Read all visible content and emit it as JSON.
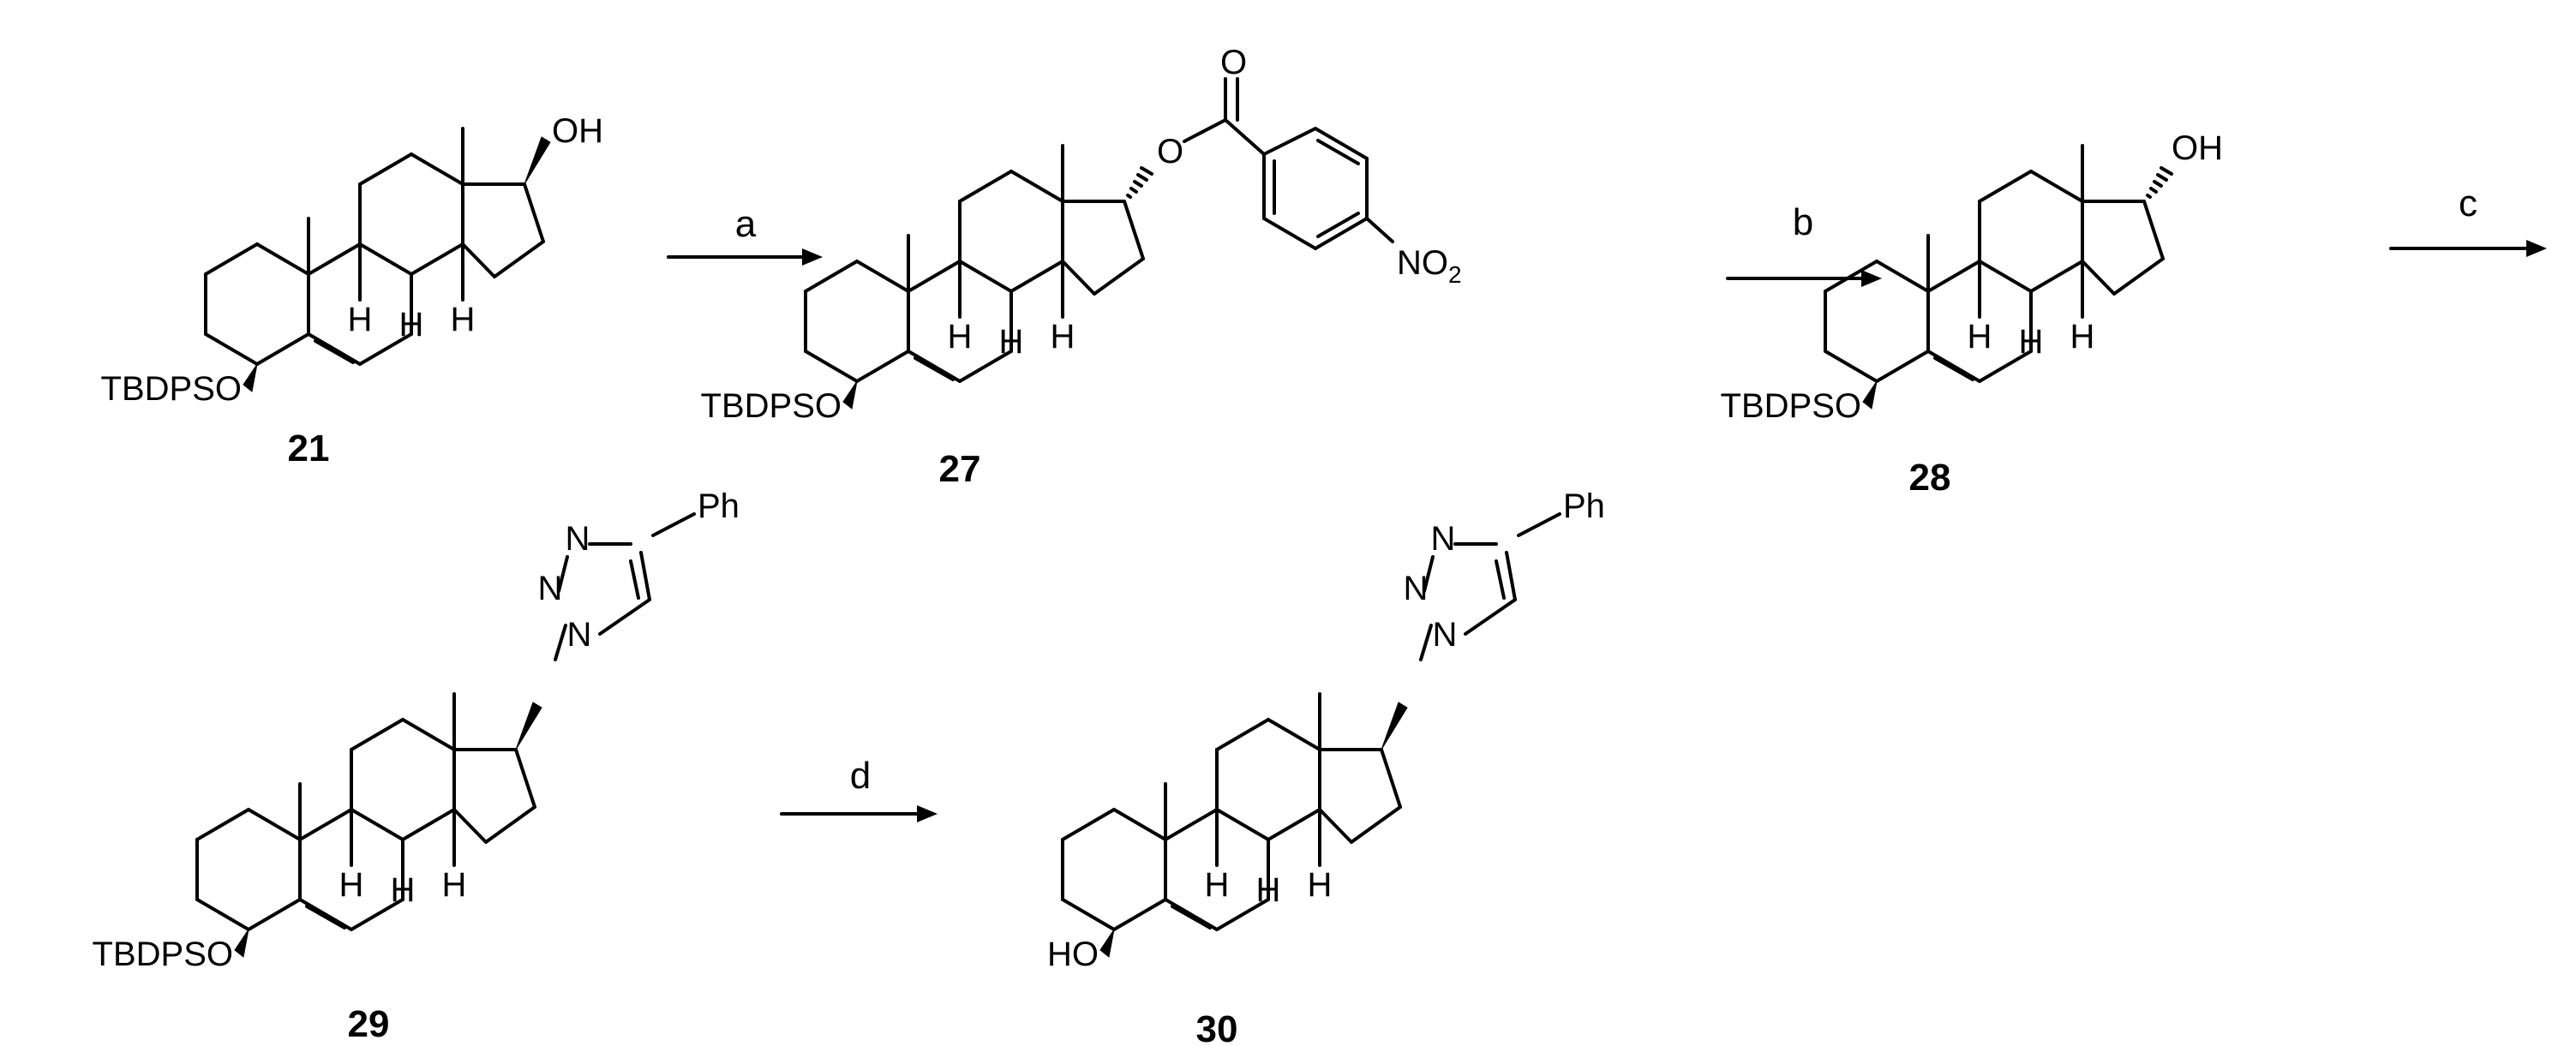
{
  "compounds": [
    {
      "id": "21",
      "substituent": "OH",
      "protecting_group": "TBDPSO"
    },
    {
      "id": "27",
      "protecting_group": "TBDPSO",
      "ester_oxygen": "O",
      "carbonyl_oxygen": "O",
      "nitro": "NO",
      "nitro_subscript": "2"
    },
    {
      "id": "28",
      "substituent": "OH",
      "protecting_group": "TBDPSO"
    },
    {
      "id": "29",
      "protecting_group": "TBDPSO",
      "triazole_N1": "N",
      "triazole_N2": "N",
      "triazole_N3": "N",
      "aryl": "Ph"
    },
    {
      "id": "30",
      "free_hydroxyl": "HO",
      "triazole_N1": "N",
      "triazole_N2": "N",
      "triazole_N3": "N",
      "aryl": "Ph"
    }
  ],
  "stereo_h": "H",
  "steps": [
    {
      "label": "a"
    },
    {
      "label": "b"
    },
    {
      "label": "c"
    },
    {
      "label": "d"
    }
  ]
}
